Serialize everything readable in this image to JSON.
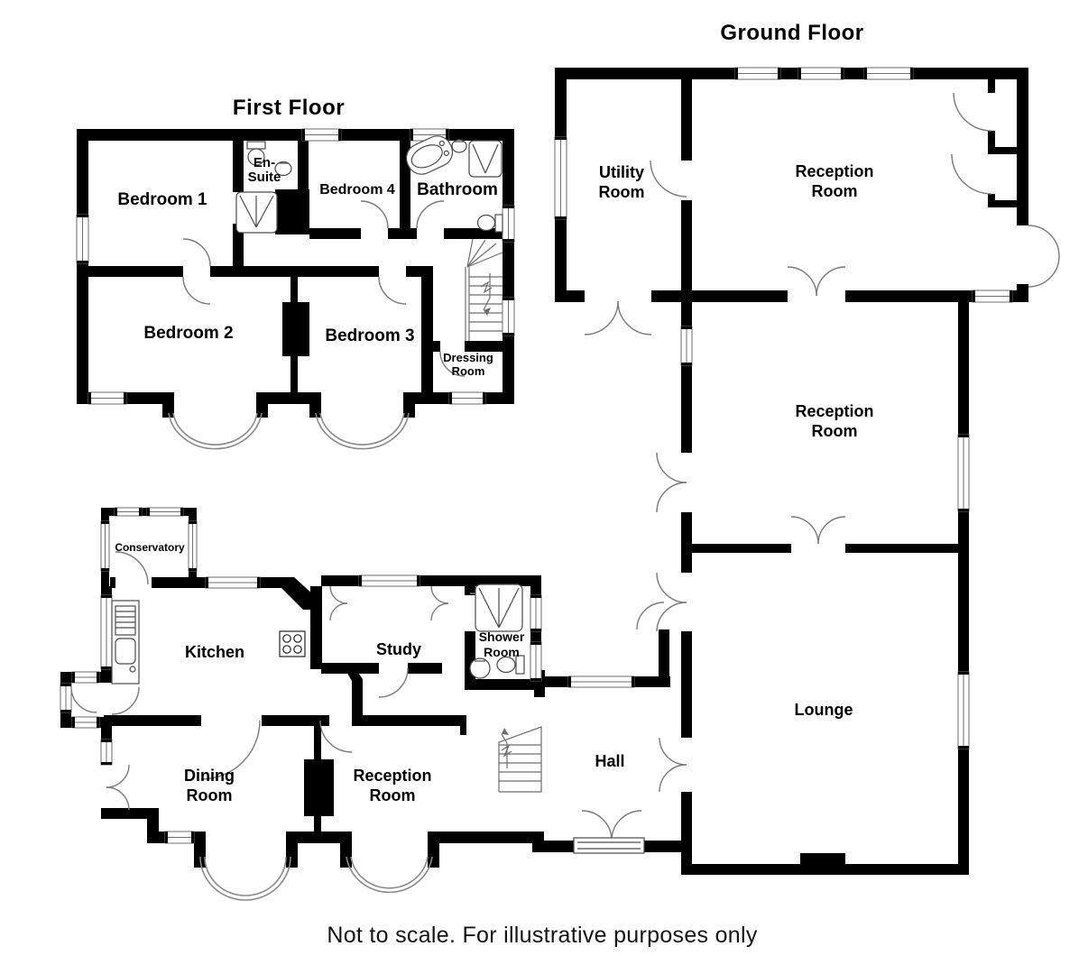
{
  "titles": {
    "first_floor": "First Floor",
    "ground_floor": "Ground Floor"
  },
  "first_floor": {
    "bedroom1": "Bedroom 1",
    "ensuite_line1": "En-",
    "ensuite_line2": "Suite",
    "bedroom4": "Bedroom 4",
    "bathroom": "Bathroom",
    "bedroom2": "Bedroom 2",
    "bedroom3": "Bedroom 3",
    "dressing_line1": "Dressing",
    "dressing_line2": "Room"
  },
  "ground_floor": {
    "utility_line1": "Utility",
    "utility_line2": "Room",
    "reception_top_line1": "Reception",
    "reception_top_line2": "Room",
    "reception_middle_line1": "Reception",
    "reception_middle_line2": "Room",
    "lounge": "Lounge",
    "conservatory": "Conservatory",
    "kitchen": "Kitchen",
    "study": "Study",
    "shower_line1": "Shower",
    "shower_line2": "Room",
    "dining_line1": "Dining",
    "dining_line2": "Room",
    "reception_bottom_line1": "Reception",
    "reception_bottom_line2": "Room",
    "hall": "Hall"
  },
  "footer": "Not to scale. For illustrative purposes only",
  "colors": {
    "wall": "#000000",
    "line": "#7a7a7a",
    "background": "#ffffff",
    "text": "#000000"
  }
}
